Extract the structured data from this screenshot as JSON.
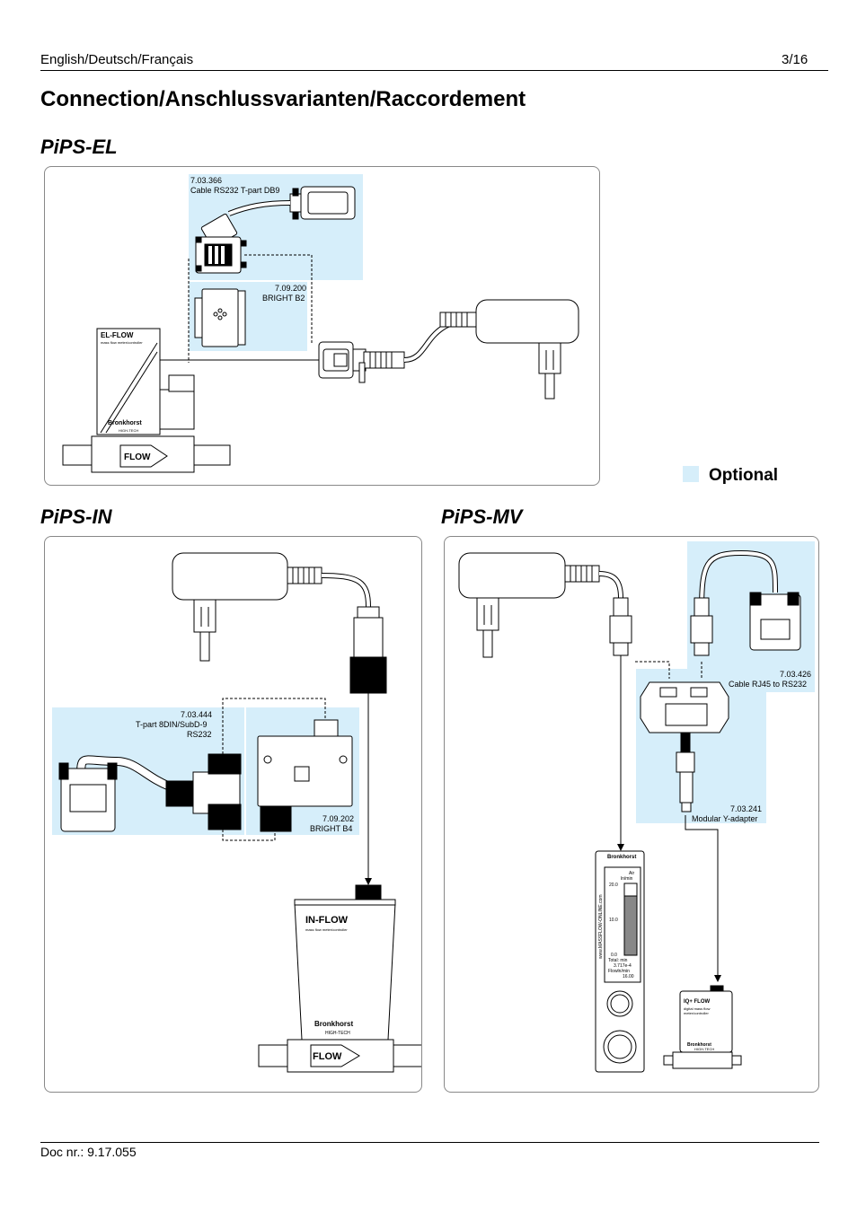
{
  "header": {
    "languages": "English/Deutsch/Français",
    "page": "3/16"
  },
  "title": "Connection/Anschlussvarianten/Raccordement",
  "legend": {
    "label": "Optional",
    "color": "#d6eefa"
  },
  "footer": {
    "doc": "Doc nr.: 9.17.055"
  },
  "sections": {
    "el": {
      "title": "PiPS-EL",
      "cable_part": "7.03.366",
      "cable_name": "Cable RS232 T-part DB9",
      "bright_part": "7.09.200",
      "bright_name": "BRIGHT B2",
      "device_name": "EL-FLOW",
      "device_sub": "mass flow meter/controller",
      "brand": "Bronkhorst",
      "brand_sub": "HIGH-TECH",
      "flow": "FLOW"
    },
    "in": {
      "title": "PiPS-IN",
      "tpart_part": "7.03.444",
      "tpart_name_1": "T-part 8DIN/SubD-9",
      "tpart_name_2": "RS232",
      "bright_part": "7.09.202",
      "bright_name": "BRIGHT B4",
      "device_name": "IN-FLOW",
      "device_sub": "mass flow meter/controller",
      "brand": "Bronkhorst",
      "brand_sub": "HIGH-TECH",
      "flow": "FLOW"
    },
    "mv": {
      "title": "PiPS-MV",
      "cable_part": "7.03.426",
      "cable_name": "Cable RJ45 to RS232",
      "adapter_part": "7.03.241",
      "adapter_name": "Modular Y-adapter",
      "display_brand": "Bronkhorst",
      "display_gas": "Air",
      "display_unit": "ln/min",
      "display_v1": "20.0",
      "display_v2": "10.0",
      "display_v3": "0.0",
      "display_total": "Total: min",
      "display_total_val": "3.717e-4",
      "display_flow_unit": "Flowln/min",
      "display_flow_val": "16.00",
      "display_url": "www.MASSFLOW-ONLINE.com",
      "iq_name": "IQ+ FLOW",
      "iq_sub_1": "digital mass flow",
      "iq_sub_2": "meter/controller",
      "iq_brand": "Bronkhorst",
      "iq_brand_sub": "HIGH-TECH"
    }
  }
}
